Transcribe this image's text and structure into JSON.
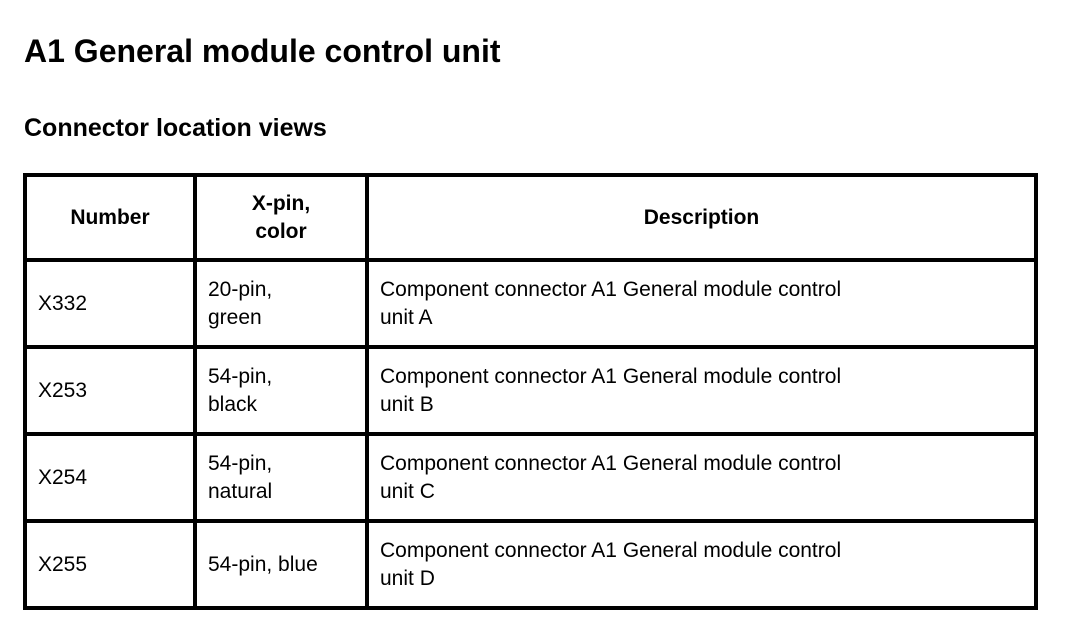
{
  "page": {
    "title": "A1 General module control unit",
    "subtitle": "Connector location views"
  },
  "colors": {
    "text": "#000000",
    "border": "#000000",
    "background": "#ffffff"
  },
  "table": {
    "headers": {
      "number": "Number",
      "pin_color": "X-pin,\ncolor",
      "description": "Description"
    },
    "rows": [
      {
        "number": "X332",
        "pin_color": "20-pin,\ngreen",
        "description": "Component connector A1 General module control\nunit A"
      },
      {
        "number": "X253",
        "pin_color": "54-pin,\nblack",
        "description": "Component connector A1 General module control\nunit B"
      },
      {
        "number": "X254",
        "pin_color": "54-pin,\nnatural",
        "description": "Component connector A1 General module control\nunit C"
      },
      {
        "number": "X255",
        "pin_color": "54-pin, blue",
        "description": "Component connector A1 General module control\nunit D"
      }
    ]
  }
}
